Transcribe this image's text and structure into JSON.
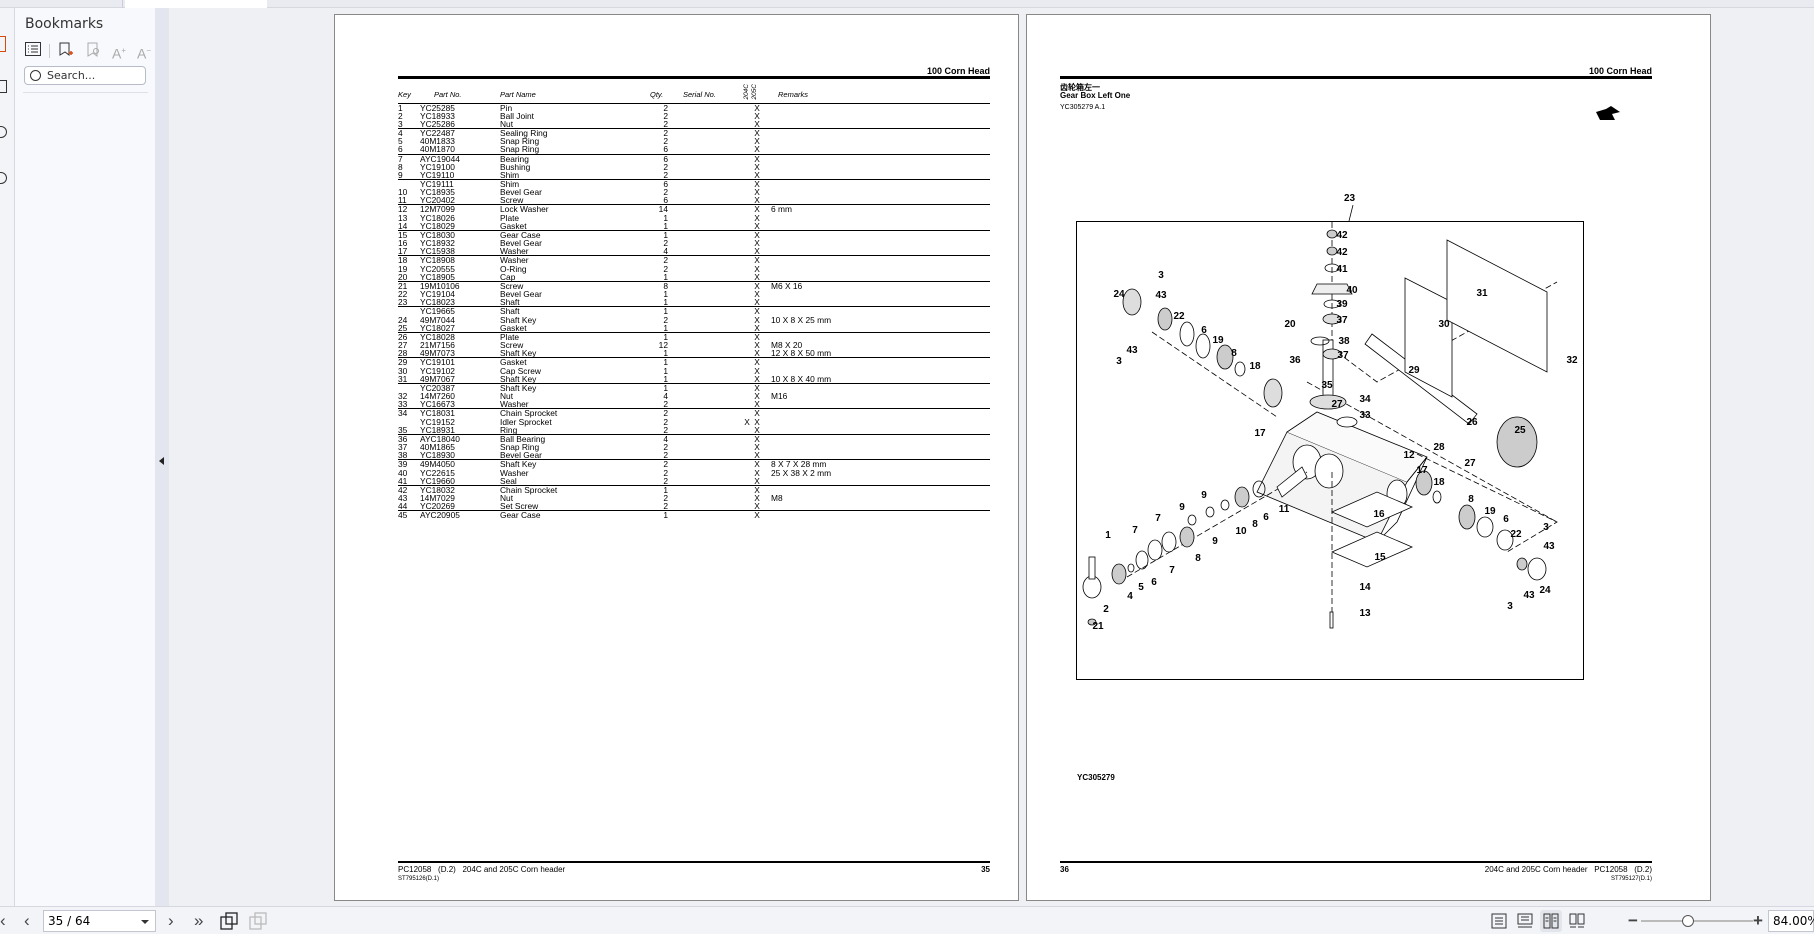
{
  "sidebar": {
    "title": "Bookmarks",
    "search_placeholder": "Search..."
  },
  "page1": {
    "section": "100  Corn  Head",
    "columns": {
      "key": "Key",
      "part_no": "Part No.",
      "part_name": "Part Name",
      "qty": "Qty.",
      "serial": "Serial No.",
      "m204": "204C",
      "m205": "205C",
      "remarks": "Remarks"
    },
    "rows": [
      [
        "1",
        "YC25285",
        "Pin",
        "2",
        "",
        "",
        "X",
        ""
      ],
      [
        "2",
        "YC18933",
        "Ball Joint",
        "2",
        "",
        "",
        "X",
        ""
      ],
      [
        "3",
        "YC25286",
        "Nut",
        "2",
        "",
        "",
        "X",
        ""
      ],
      [
        "4",
        "YC22487",
        "Sealing Ring",
        "2",
        "",
        "",
        "X",
        ""
      ],
      [
        "5",
        "40M1833",
        "Snap Ring",
        "2",
        "",
        "",
        "X",
        ""
      ],
      [
        "6",
        "40M1870",
        "Snap Ring",
        "6",
        "",
        "",
        "X",
        ""
      ],
      [
        "7",
        "AYC19044",
        "Bearing",
        "6",
        "",
        "",
        "X",
        ""
      ],
      [
        "8",
        "YC19100",
        "Bushing",
        "2",
        "",
        "",
        "X",
        ""
      ],
      [
        "9",
        "YC19110",
        "Shim",
        "2",
        "",
        "",
        "X",
        ""
      ],
      [
        "",
        "YC19111",
        "Shim",
        "6",
        "",
        "",
        "X",
        ""
      ],
      [
        "10",
        "YC18935",
        "Bevel Gear",
        "2",
        "",
        "",
        "X",
        ""
      ],
      [
        "11",
        "YC20402",
        "Screw",
        "6",
        "",
        "",
        "X",
        ""
      ],
      [
        "12",
        "12M7099",
        "Lock Washer",
        "14",
        "",
        "",
        "X",
        "6 mm"
      ],
      [
        "13",
        "YC18026",
        "Plate",
        "1",
        "",
        "",
        "X",
        ""
      ],
      [
        "14",
        "YC18029",
        "Gasket",
        "1",
        "",
        "",
        "X",
        ""
      ],
      [
        "15",
        "YC18030",
        "Gear Case",
        "1",
        "",
        "",
        "X",
        ""
      ],
      [
        "16",
        "YC18932",
        "Bevel Gear",
        "2",
        "",
        "",
        "X",
        ""
      ],
      [
        "17",
        "YC15938",
        "Washer",
        "4",
        "",
        "",
        "X",
        ""
      ],
      [
        "18",
        "YC18908",
        "Washer",
        "2",
        "",
        "",
        "X",
        ""
      ],
      [
        "19",
        "YC20555",
        "O-Ring",
        "2",
        "",
        "",
        "X",
        ""
      ],
      [
        "20",
        "YC18905",
        "Cap",
        "1",
        "",
        "",
        "X",
        ""
      ],
      [
        "21",
        "19M10106",
        "Screw",
        "8",
        "",
        "",
        "X",
        "M6 X 16"
      ],
      [
        "22",
        "YC19104",
        "Bevel Gear",
        "1",
        "",
        "",
        "X",
        ""
      ],
      [
        "23",
        "YC18023",
        "Shaft",
        "1",
        "",
        "",
        "X",
        ""
      ],
      [
        "",
        "YC19665",
        "Shaft",
        "1",
        "",
        "",
        "X",
        ""
      ],
      [
        "24",
        "49M7044",
        "Shaft Key",
        "2",
        "",
        "",
        "X",
        "10 X 8 X 25 mm"
      ],
      [
        "25",
        "YC18027",
        "Gasket",
        "1",
        "",
        "",
        "X",
        ""
      ],
      [
        "26",
        "YC18028",
        "Plate",
        "1",
        "",
        "",
        "X",
        ""
      ],
      [
        "27",
        "21M7156",
        "Screw",
        "12",
        "",
        "",
        "X",
        "M8 X 20"
      ],
      [
        "28",
        "49M7073",
        "Shaft Key",
        "1",
        "",
        "",
        "X",
        "12 X 8 X 50 mm"
      ],
      [
        "29",
        "YC19101",
        "Gasket",
        "1",
        "",
        "",
        "X",
        ""
      ],
      [
        "30",
        "YC19102",
        "Cap Screw",
        "1",
        "",
        "",
        "X",
        ""
      ],
      [
        "31",
        "49M7067",
        "Shaft Key",
        "1",
        "",
        "",
        "X",
        "10 X 8 X 40 mm"
      ],
      [
        "",
        "YC20387",
        "Shaft Key",
        "1",
        "",
        "",
        "X",
        ""
      ],
      [
        "32",
        "14M7260",
        "Nut",
        "4",
        "",
        "",
        "X",
        "M16"
      ],
      [
        "33",
        "YC16673",
        "Washer",
        "2",
        "",
        "",
        "X",
        ""
      ],
      [
        "34",
        "YC18031",
        "Chain Sprocket",
        "2",
        "",
        "",
        "X",
        ""
      ],
      [
        "",
        "YC19152",
        "Idler Sprocket",
        "2",
        "",
        "X",
        "X",
        ""
      ],
      [
        "35",
        "YC18931",
        "Ring",
        "2",
        "",
        "",
        "X",
        ""
      ],
      [
        "36",
        "AYC18040",
        "Ball Bearing",
        "4",
        "",
        "",
        "X",
        ""
      ],
      [
        "37",
        "40M1865",
        "Snap Ring",
        "2",
        "",
        "",
        "X",
        ""
      ],
      [
        "38",
        "YC18930",
        "Bevel Gear",
        "2",
        "",
        "",
        "X",
        ""
      ],
      [
        "39",
        "49M4050",
        "Shaft Key",
        "2",
        "",
        "",
        "X",
        "8 X 7 X 28 mm"
      ],
      [
        "40",
        "YC22615",
        "Washer",
        "2",
        "",
        "",
        "X",
        "25 X 38 X 2 mm"
      ],
      [
        "41",
        "YC19660",
        "Seal",
        "2",
        "",
        "",
        "X",
        ""
      ],
      [
        "42",
        "YC18032",
        "Chain Sprocket",
        "1",
        "",
        "",
        "X",
        ""
      ],
      [
        "43",
        "14M7029",
        "Nut",
        "2",
        "",
        "",
        "X",
        "M8"
      ],
      [
        "44",
        "YC20269",
        "Set Screw",
        "2",
        "",
        "",
        "X",
        ""
      ],
      [
        "45",
        "AYC20905",
        "Gear Case",
        "1",
        "",
        "",
        "X",
        ""
      ]
    ],
    "footer": {
      "doc": "PC12058",
      "rev": "(D.2)",
      "title": "204C and 205C Corn header",
      "page": "35",
      "code": "ST795126(D.1)"
    }
  },
  "page2": {
    "section": "100  Corn  Head",
    "title_cn": "齿轮箱左一",
    "title": "Gear Box Left One",
    "ref": "YC305279 A.1",
    "figure_id": "YC305279",
    "top_callout": "23",
    "callouts": [
      "42",
      "42",
      "41",
      "40",
      "39",
      "37",
      "20",
      "38",
      "37",
      "36",
      "35",
      "27",
      "34",
      "33",
      "17",
      "3",
      "43",
      "24",
      "22",
      "6",
      "19",
      "8",
      "18",
      "43",
      "3",
      "31",
      "30",
      "29",
      "32",
      "26",
      "25",
      "28",
      "27",
      "12",
      "17",
      "18",
      "11",
      "6",
      "8",
      "10",
      "9",
      "9",
      "9",
      "8",
      "7",
      "7",
      "7",
      "6",
      "5",
      "4",
      "2",
      "1",
      "21",
      "16",
      "15",
      "14",
      "13",
      "8",
      "19",
      "6",
      "22",
      "3",
      "43",
      "24",
      "43",
      "3"
    ],
    "footer": {
      "doc": "PC12058",
      "rev": "(D.2)",
      "title": "204C and 205C Corn header",
      "page": "36",
      "code": "ST795127(D.1)"
    }
  },
  "toolbar": {
    "page_value": "35 / 64",
    "zoom_value": "84.00%",
    "zoom_fraction": 0.42
  }
}
